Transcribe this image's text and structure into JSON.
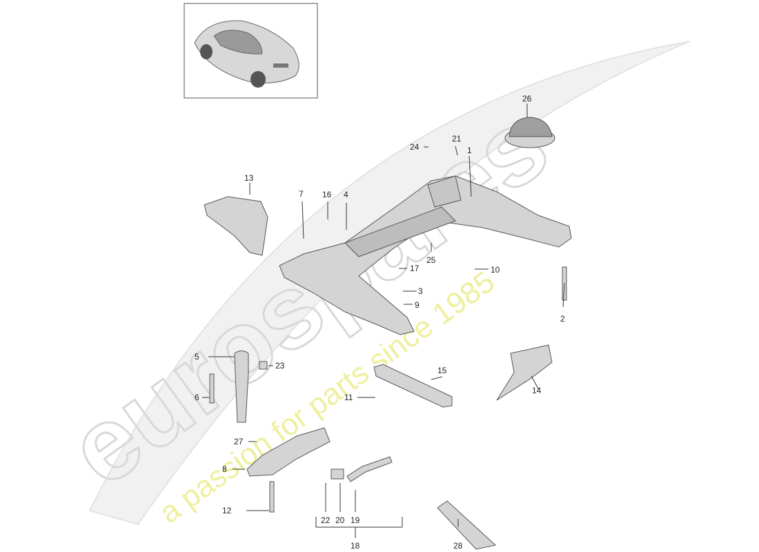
{
  "watermark": {
    "brand": "eurospares",
    "tagline": "a passion for parts since 1985"
  },
  "callouts": {
    "c1": "1",
    "c2": "2",
    "c3": "3",
    "c4": "4",
    "c5": "5",
    "c6": "6",
    "c7": "7",
    "c8": "8",
    "c9": "9",
    "c10": "10",
    "c11": "11",
    "c12": "12",
    "c13": "13",
    "c14": "14",
    "c15": "15",
    "c16": "16",
    "c17": "17",
    "c18": "18",
    "c19": "19",
    "c20": "20",
    "c21": "21",
    "c22": "22",
    "c23": "23",
    "c24": "24",
    "c25": "25",
    "c26": "26",
    "c27": "27",
    "c28": "28"
  },
  "colors": {
    "part_fill": "#d4d4d4",
    "part_stroke": "#555555",
    "leader": "#333333",
    "watermark_outline": "#d8d8d8",
    "watermark_tagline": "#efefa0"
  }
}
